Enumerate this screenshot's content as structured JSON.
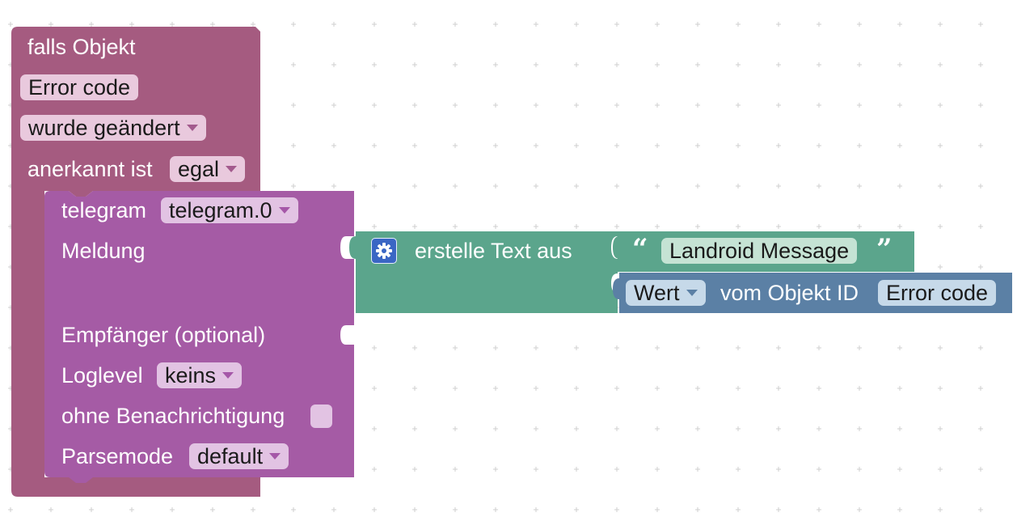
{
  "trigger_block": {
    "title": "falls Objekt",
    "object_field": "Error code",
    "condition_dropdown": "wurde geändert",
    "ack_label": "anerkannt ist",
    "ack_dropdown": "egal",
    "color": "#a55b80"
  },
  "telegram_block": {
    "label": "telegram",
    "instance_dropdown": "telegram.0",
    "message_label": "Meldung",
    "recipient_label": "Empfänger (optional)",
    "loglevel_label": "Loglevel",
    "loglevel_dropdown": "keins",
    "silent_label": "ohne Benachrichtigung",
    "parsemode_label": "Parsemode",
    "parsemode_dropdown": "default",
    "color": "#a55ba5"
  },
  "text_join_block": {
    "label": "erstelle Text aus",
    "icon": "gear-icon",
    "color": "#5ba58c",
    "text_item": "Landroid Message"
  },
  "value_block": {
    "dropdown": "Wert",
    "label": "vom Objekt ID",
    "object_field": "Error code",
    "color": "#5b80a5"
  }
}
